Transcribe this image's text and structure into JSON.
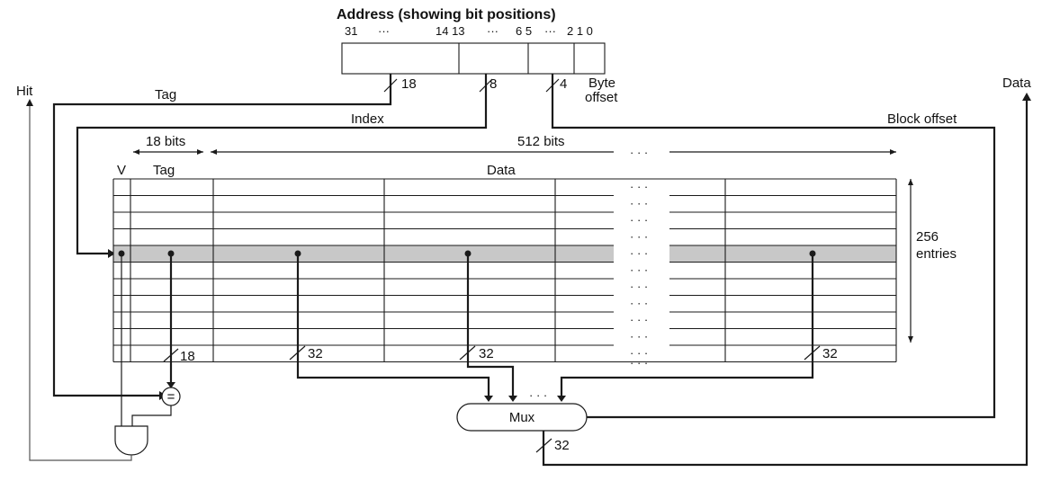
{
  "title": "Address (showing bit positions)",
  "bit_positions": {
    "b31": "31",
    "dots_a": "···",
    "b14_13": "14 13",
    "dots_b": "···",
    "b6_5": "6 5",
    "dots_c": "···",
    "b2_1_0": "2 1 0"
  },
  "bus_widths": {
    "tag_field": "18",
    "index_field": "8",
    "block_offset_field": "4",
    "tag_out": "18",
    "word0": "32",
    "word1": "32",
    "word_last": "32",
    "mux_out": "32"
  },
  "labels": {
    "hit": "Hit",
    "tag": "Tag",
    "index": "Index",
    "byte_offset_1": "Byte",
    "byte_offset_2": "offset",
    "data_out": "Data",
    "block_offset": "Block offset",
    "tag_width": "18 bits",
    "data_width": "512 bits",
    "v_column": "V",
    "tag_column": "Tag",
    "data_column": "Data",
    "entries_1": "256",
    "entries_2": "entries",
    "comparator": "=",
    "mux": "Mux",
    "ellipsis": "· · ·"
  },
  "cache": {
    "rows": 11,
    "selected_row": 4,
    "selected_row_color": "#c8c8c8"
  }
}
